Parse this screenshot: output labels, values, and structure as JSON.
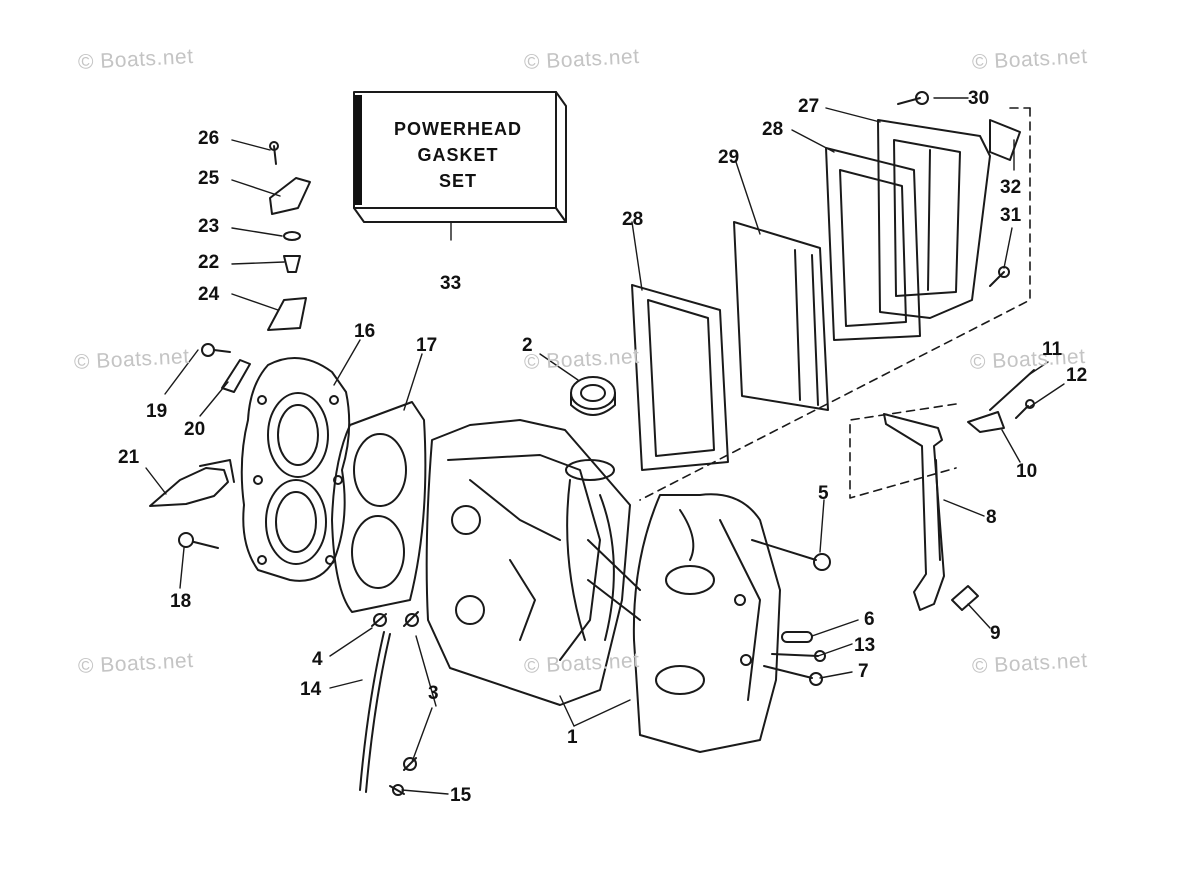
{
  "watermark": "© Boats.net",
  "box_label": {
    "line1": "POWERHEAD",
    "line2": "GASKET",
    "line3": "SET"
  },
  "callouts": {
    "c1": "1",
    "c2": "2",
    "c3": "3",
    "c4": "4",
    "c5": "5",
    "c6": "6",
    "c7": "7",
    "c8": "8",
    "c9": "9",
    "c10": "10",
    "c11": "11",
    "c12": "12",
    "c13": "13",
    "c14": "14",
    "c15": "15",
    "c16": "16",
    "c17": "17",
    "c18": "18",
    "c19": "19",
    "c20": "20",
    "c21": "21",
    "c22": "22",
    "c23": "23",
    "c24": "24",
    "c25": "25",
    "c26": "26",
    "c27": "27",
    "c28a": "28",
    "c28b": "28",
    "c29": "29",
    "c30": "30",
    "c31": "31",
    "c32": "32",
    "c33": "33"
  }
}
